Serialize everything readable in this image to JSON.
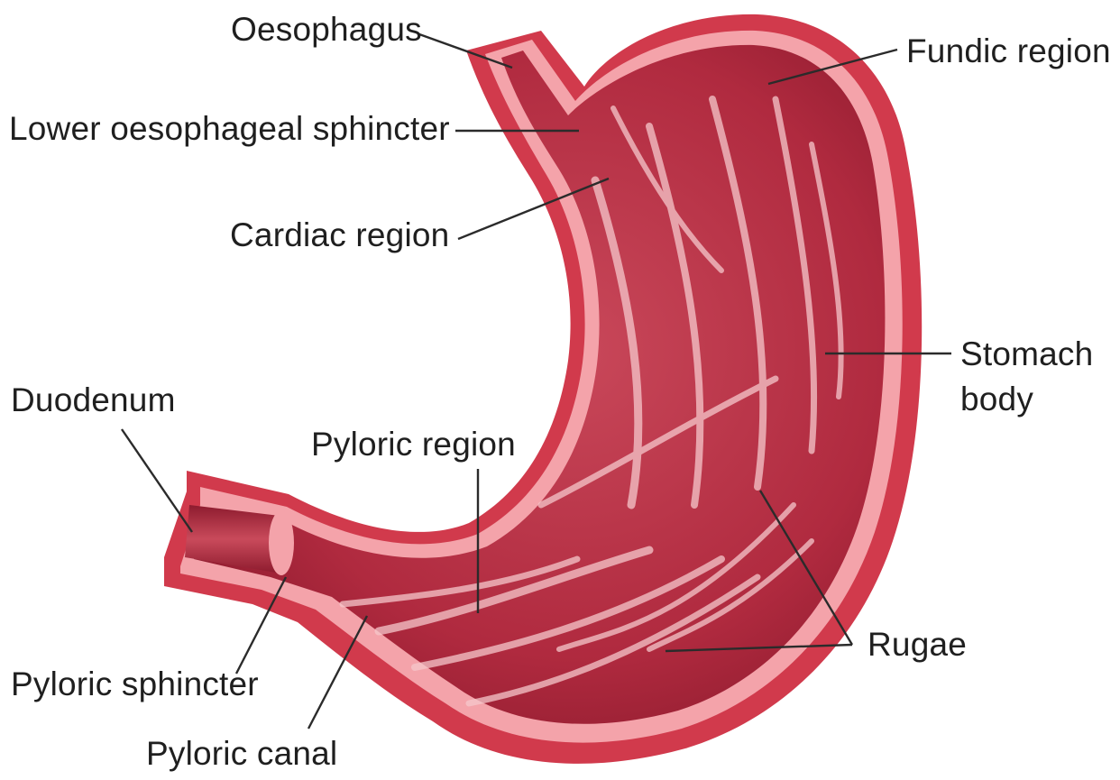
{
  "colors": {
    "outer_wall": "#d13a4c",
    "inner_wall_highlight": "#f4a3aa",
    "lining": "#b8283d",
    "lining_shadow": "#7e1426",
    "rugae_highlight": "#f6c7cb",
    "background": "#ffffff",
    "label_text": "#1f1f1f",
    "leader_line": "#2b2b2b"
  },
  "labels": {
    "oesophagus": "Oesophagus",
    "fundic_region": "Fundic region",
    "lower_oesophageal_sphincter": "Lower oesophageal sphincter",
    "cardiac_region": "Cardiac region",
    "stomach_body_line1": "Stomach",
    "stomach_body_line2": "body",
    "duodenum": "Duodenum",
    "pyloric_region": "Pyloric region",
    "rugae": "Rugae",
    "pyloric_sphincter": "Pyloric sphincter",
    "pyloric_canal": "Pyloric canal"
  }
}
